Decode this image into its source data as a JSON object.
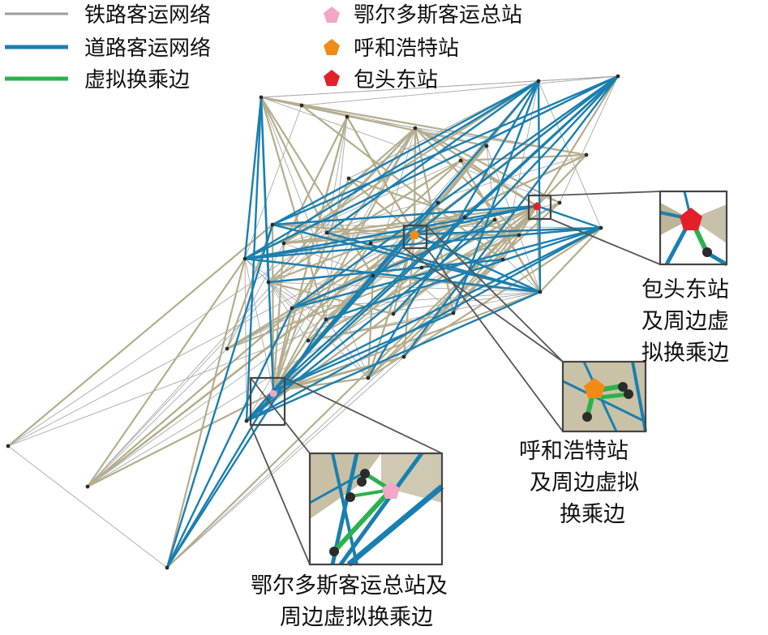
{
  "legend": {
    "left": [
      {
        "label": "铁路客运网络",
        "color": "#9e9e9e",
        "icon": "gray-line"
      },
      {
        "label": "道路客运网络",
        "color": "#1a7fb0",
        "icon": "blue-line"
      },
      {
        "label": "虚拟换乘边",
        "color": "#2bb24c",
        "icon": "green-line"
      }
    ],
    "right": [
      {
        "label": "鄂尔多斯客运总站",
        "color": "#f4a6c8",
        "icon": "pink-pentagon"
      },
      {
        "label": "呼和浩特站",
        "color": "#f28a16",
        "icon": "orange-pentagon"
      },
      {
        "label": "包头东站",
        "color": "#e3202a",
        "icon": "red-pentagon"
      }
    ]
  },
  "callouts": {
    "baotou": [
      "包头东站",
      "及周边虚",
      "拟换乘边"
    ],
    "hohhot": [
      "呼和浩特站",
      "及周边虚拟",
      "换乘边"
    ],
    "ordos": [
      "鄂尔多斯客运总站及",
      "周边虚拟换乘边"
    ]
  },
  "colors": {
    "rail": "#b5ad8c",
    "road": "#1a7fb0",
    "transfer": "#2bb24c",
    "baotou": "#e3202a",
    "hohhot": "#f28a16",
    "ordos": "#f4a6c8"
  }
}
